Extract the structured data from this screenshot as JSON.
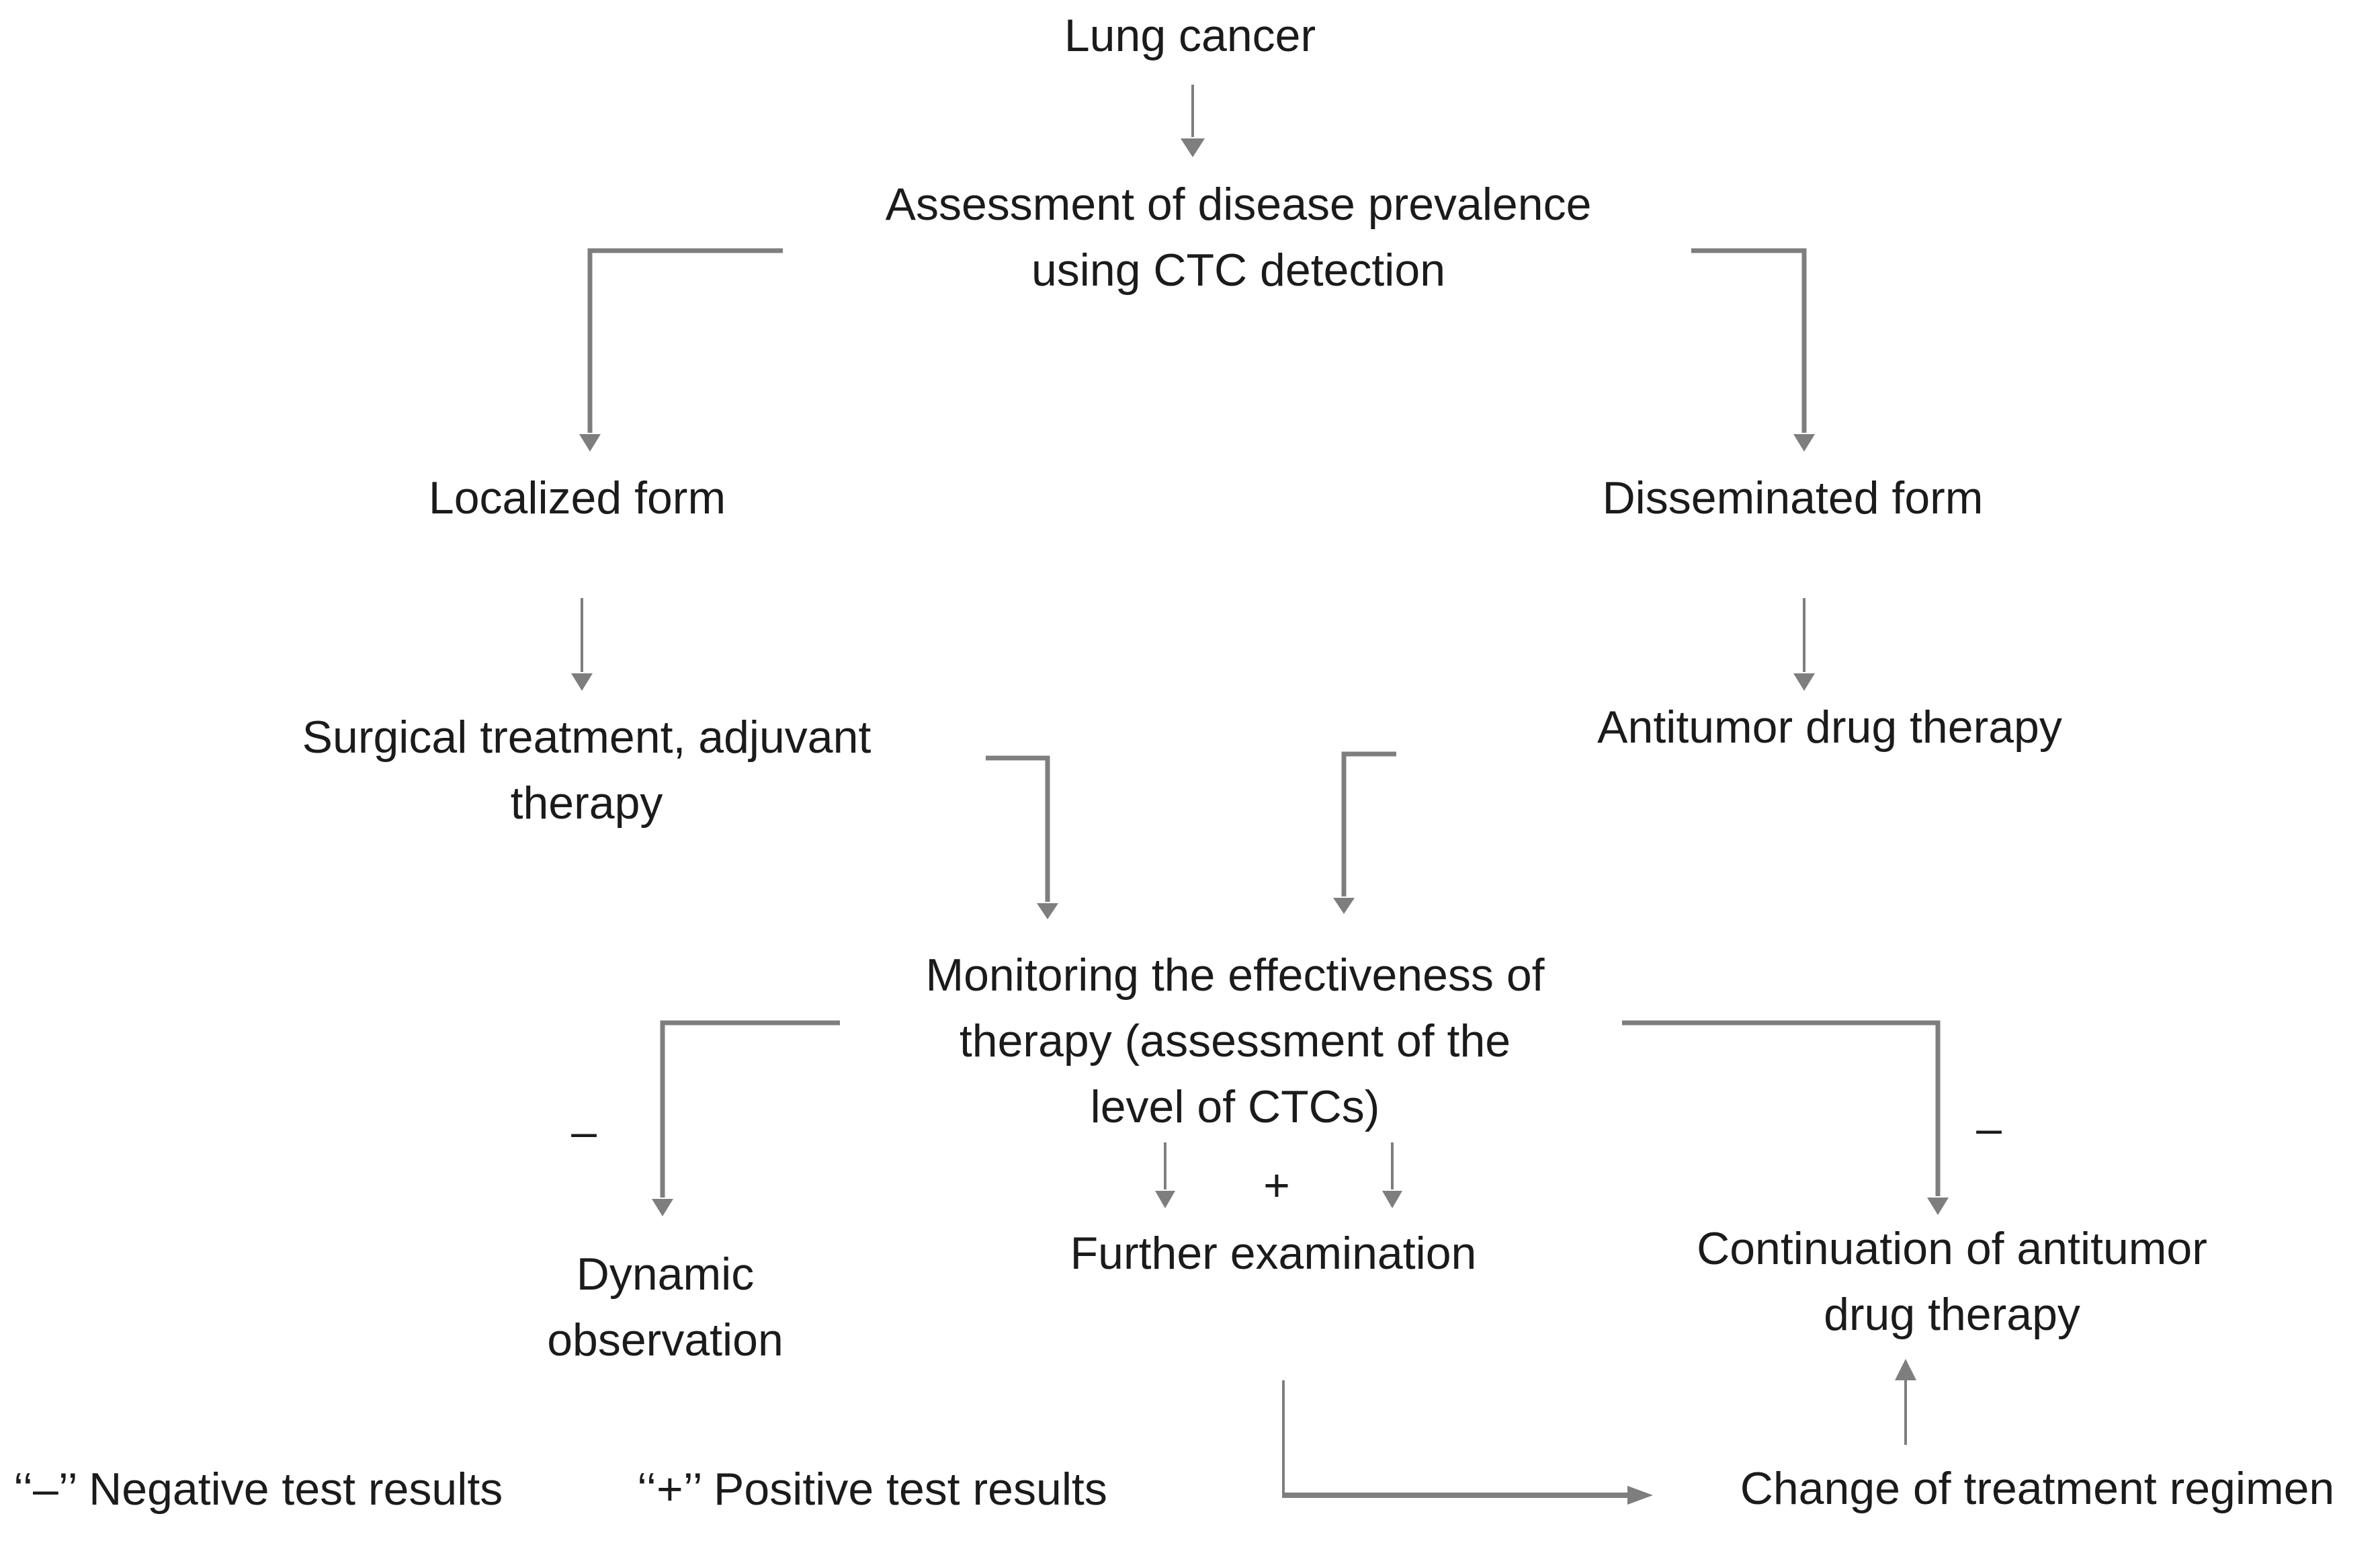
{
  "title": "Lung cancer CTC monitoring flowchart",
  "colors": {
    "background": "#ffffff",
    "text": "#1b1b1b",
    "arrow": "#7e7e7e"
  },
  "nodes": {
    "lung_cancer": {
      "lines": [
        "Lung cancer"
      ]
    },
    "assessment": {
      "lines": [
        "Assessment of disease prevalence",
        "using CTC detection"
      ]
    },
    "localized_form": {
      "lines": [
        "Localized form"
      ]
    },
    "disseminated_form": {
      "lines": [
        "Disseminated form"
      ]
    },
    "surgical_treatment": {
      "lines": [
        "Surgical treatment, adjuvant",
        "therapy"
      ]
    },
    "antitumor_therapy": {
      "lines": [
        "Antitumor drug therapy"
      ]
    },
    "monitoring": {
      "lines": [
        "Monitoring the effectiveness of",
        "therapy (assessment of the",
        "level of CTCs)"
      ]
    },
    "dynamic_observation": {
      "lines": [
        "Dynamic",
        "observation"
      ]
    },
    "further_examination": {
      "lines": [
        "Further examination"
      ]
    },
    "continuation_therapy": {
      "lines": [
        "Continuation of antitumor",
        "drug therapy"
      ]
    },
    "change_regimen": {
      "lines": [
        "Change of treatment regimen"
      ]
    }
  },
  "markers": {
    "minus_left": "–",
    "minus_right": "–",
    "plus": "+"
  },
  "legend": {
    "negative": "‘‘–’’ Negative test results",
    "positive": "‘‘+’’ Positive test results"
  }
}
